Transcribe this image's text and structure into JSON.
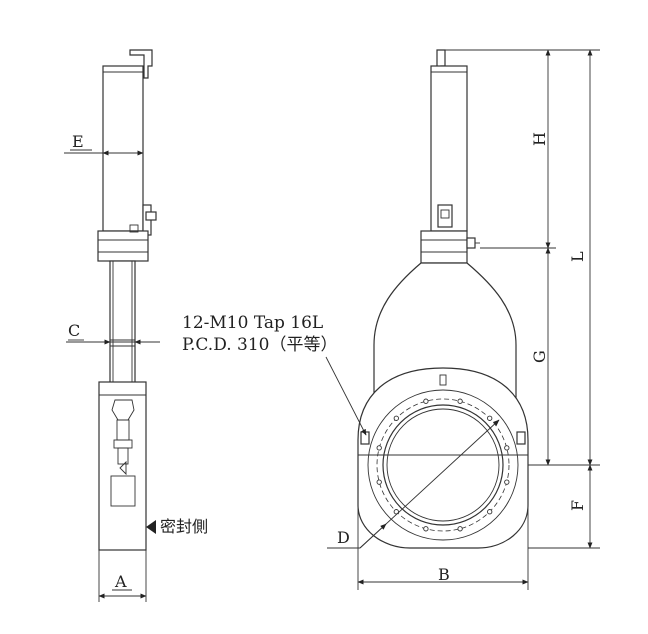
{
  "dimensions": {
    "A": "A",
    "B": "B",
    "C": "C",
    "D": "D",
    "E": "E",
    "F": "F",
    "G": "G",
    "H": "H",
    "L": "L"
  },
  "callout": {
    "line1": "12-M10 Tap 16L",
    "line2": "P.C.D. 310（平等）"
  },
  "seal_side_label": "密封側"
}
